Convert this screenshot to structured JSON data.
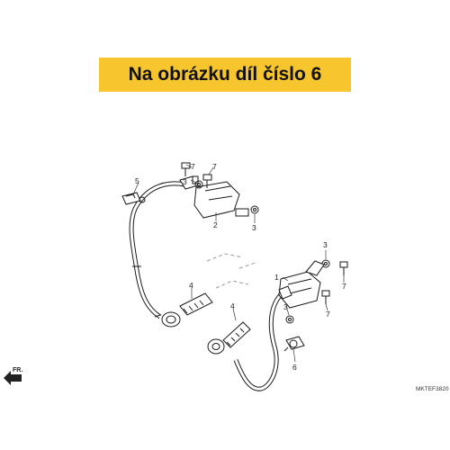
{
  "banner": {
    "text": "Na obrázku díl číslo 6",
    "color": "#f7c62f"
  },
  "diagram": {
    "code": "MKTEF3820",
    "direction": "FR.",
    "callouts": [
      "7",
      "7",
      "3",
      "5",
      "2",
      "3",
      "3",
      "1",
      "7",
      "4",
      "4",
      "7",
      "3",
      "6"
    ]
  }
}
